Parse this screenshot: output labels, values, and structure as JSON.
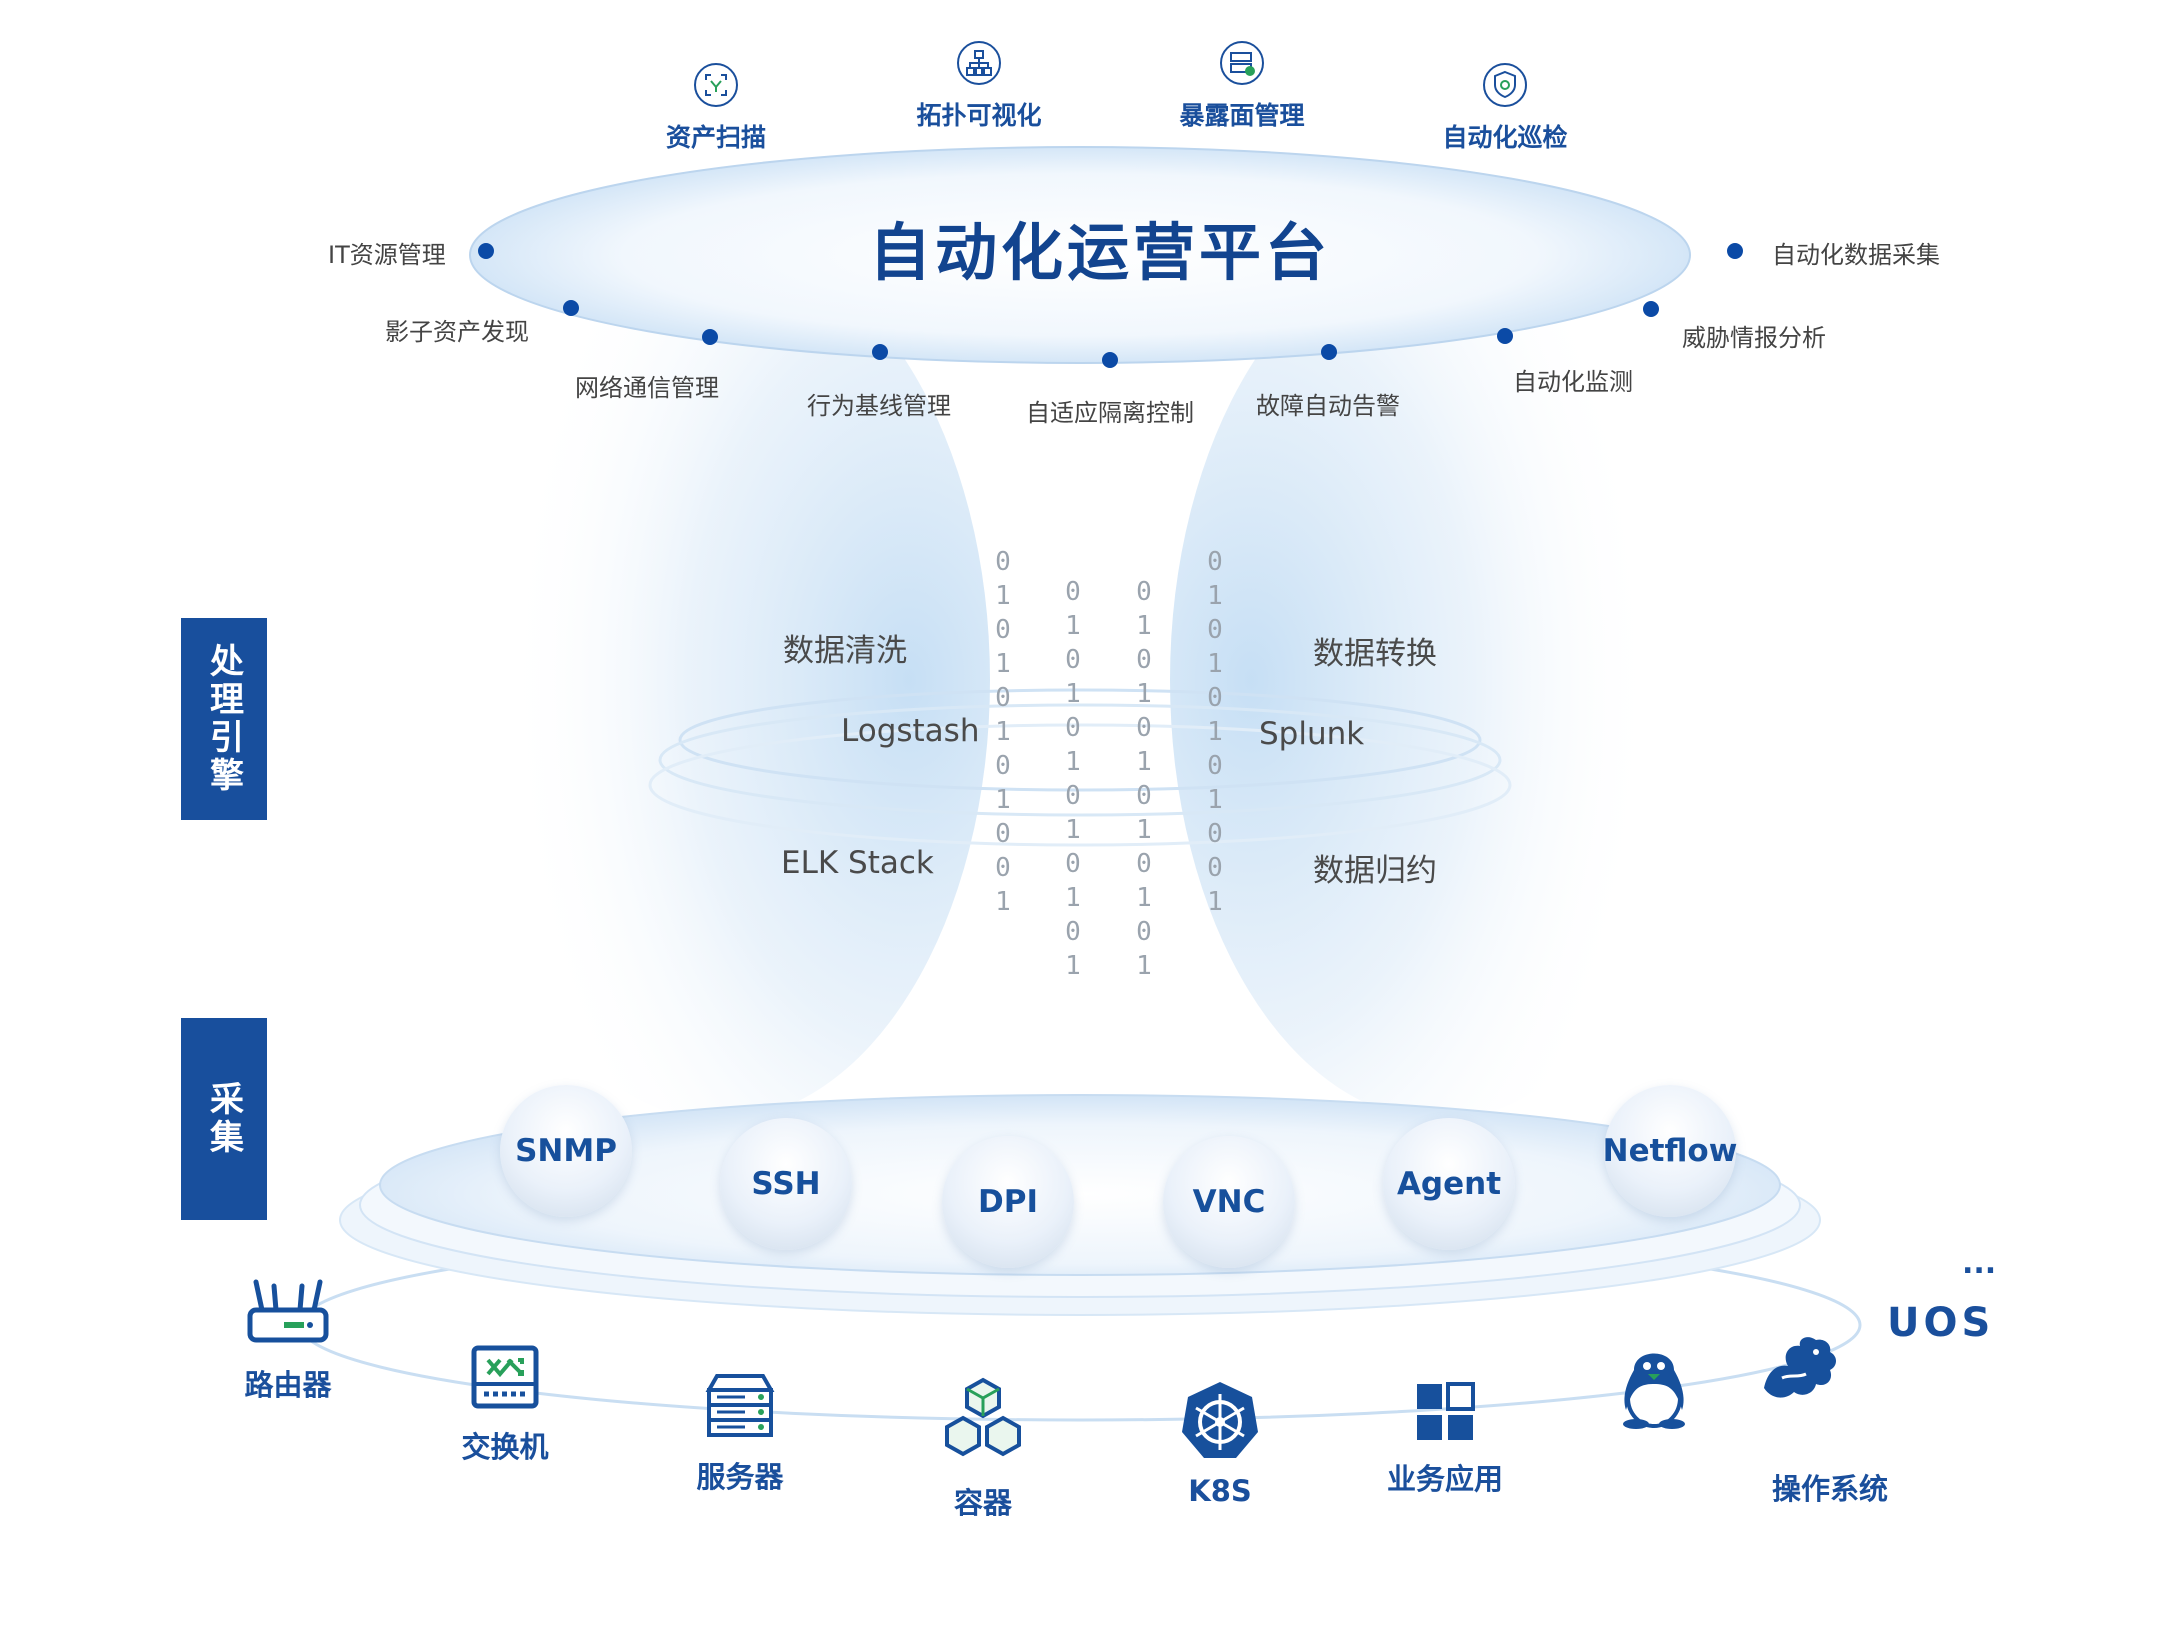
{
  "platform": {
    "title": "自动化运营平台"
  },
  "top_features": [
    {
      "label": "资产扫描",
      "icon": "scan-icon"
    },
    {
      "label": "拓扑可视化",
      "icon": "topology-icon"
    },
    {
      "label": "暴露面管理",
      "icon": "exposure-icon"
    },
    {
      "label": "自动化巡检",
      "icon": "inspection-icon"
    }
  ],
  "ring_labels": [
    "IT资源管理",
    "影子资产发现",
    "网络通信管理",
    "行为基线管理",
    "自适应隔离控制",
    "故障自动告警",
    "自动化监测",
    "威胁情报分析",
    "自动化数据采集"
  ],
  "layers": {
    "processing": "处理引擎",
    "collection": "采集"
  },
  "processing": {
    "data_clean": "数据清洗",
    "data_transform": "数据转换",
    "logstash": "Logstash",
    "splunk": "Splunk",
    "elk": "ELK Stack",
    "data_reduce": "数据归约"
  },
  "binary_columns": [
    [
      "0",
      "1",
      "0",
      "1",
      "0",
      "1",
      "0",
      "1",
      "0",
      "0",
      "1"
    ],
    [
      "0",
      "1",
      "0",
      "1",
      "0",
      "1",
      "0",
      "1",
      "0",
      "1",
      "0",
      "1"
    ],
    [
      "0",
      "1",
      "0",
      "1",
      "0",
      "1",
      "0",
      "1",
      "0",
      "1",
      "0",
      "1"
    ],
    [
      "0",
      "1",
      "0",
      "1",
      "0",
      "1",
      "0",
      "1",
      "0",
      "0",
      "1"
    ]
  ],
  "protocols": [
    "SNMP",
    "SSH",
    "DPI",
    "VNC",
    "Agent",
    "Netflow"
  ],
  "devices": [
    {
      "label": "路由器",
      "icon": "router-icon"
    },
    {
      "label": "交换机",
      "icon": "switch-icon"
    },
    {
      "label": "服务器",
      "icon": "server-icon"
    },
    {
      "label": "容器",
      "icon": "container-icon"
    },
    {
      "label": "K8S",
      "icon": "kubernetes-icon"
    },
    {
      "label": "业务应用",
      "icon": "app-grid-icon"
    },
    {
      "label": "操作系统",
      "icon": "os-icon"
    }
  ],
  "os_extra": {
    "uos": "UOS",
    "more": "..."
  },
  "colors": {
    "primary": "#184f9d",
    "accent": "#0b4aa6",
    "glow": "#d6e7f8"
  }
}
